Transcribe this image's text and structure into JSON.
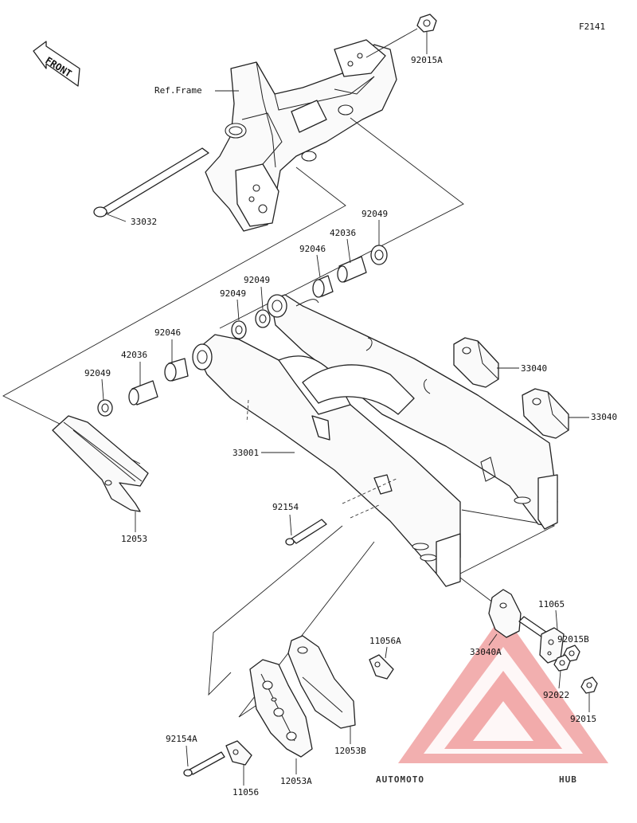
{
  "figure_code": "F2141",
  "front_label": "FRONT",
  "ref_frame_label": "Ref.Frame",
  "parts": {
    "p92015A": "92015A",
    "p33032": "33032",
    "p92049_top": "92049",
    "p42036_top": "42036",
    "p92046_top": "92046",
    "p92049_mid_a": "92049",
    "p92049_mid_b": "92049",
    "p92046_left": "92046",
    "p42036_left": "42036",
    "p92049_left": "92049",
    "p33040_a": "33040",
    "p33040_b": "33040",
    "p33001": "33001",
    "p12053": "12053",
    "p92154": "92154",
    "p11065": "11065",
    "p92015B": "92015B",
    "p11056A": "11056A",
    "p33040A": "33040A",
    "p92022": "92022",
    "p92015": "92015",
    "p12053B": "12053B",
    "p92154A": "92154A",
    "p11056": "11056",
    "p12053A": "12053A"
  },
  "watermark": {
    "brand_part1": "AUTOMOTO",
    "brand_part2": "HUB",
    "accent_color": "#e86d6d",
    "orange_color": "#f0a43c",
    "dark_color": "#3d3d3d"
  }
}
